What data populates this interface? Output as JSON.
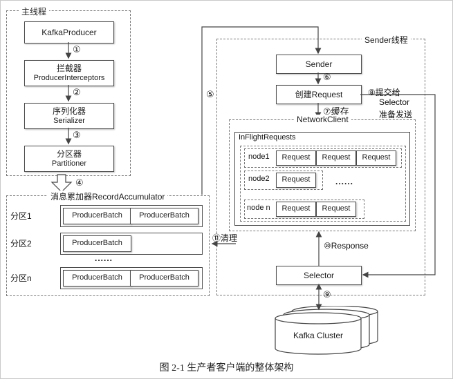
{
  "colors": {
    "line": "#444444",
    "border": "#4a4a4a"
  },
  "main_thread": {
    "title": "主线程",
    "kafka_producer": "KafkaProducer",
    "interceptors": {
      "cn": "拦截器",
      "en": "ProducerInterceptors"
    },
    "serializer": {
      "cn": "序列化器",
      "en": "Serializer"
    },
    "partitioner": {
      "cn": "分区器",
      "en": "Partitioner"
    }
  },
  "steps": {
    "s1": "①",
    "s2": "②",
    "s3": "③",
    "s4": "④",
    "s5": "⑤",
    "s6": "⑥",
    "s7": "⑦缓存",
    "s8": [
      "⑧提交给",
      "Selector",
      "准备发送"
    ],
    "s9": "⑨",
    "s10": "⑩Response",
    "s11": "⑪清理"
  },
  "accumulator": {
    "title": "消息累加器RecordAccumulator",
    "dots": "......",
    "rows": [
      {
        "label": "分区1",
        "batches": [
          "ProducerBatch",
          "ProducerBatch"
        ]
      },
      {
        "label": "分区2",
        "batches": [
          "ProducerBatch"
        ]
      },
      {
        "label": "分区n",
        "batches": [
          "ProducerBatch",
          "ProducerBatch"
        ]
      }
    ]
  },
  "sender_thread": {
    "title": "Sender线程",
    "sender": "Sender",
    "create_request": "创建Request",
    "network_client": {
      "title": "NetworkClient",
      "inflight": {
        "title": "InFlightRequests",
        "dots": "......",
        "rows": [
          {
            "label": "node1",
            "requests": [
              "Request",
              "Request",
              "Request"
            ]
          },
          {
            "label": "node2",
            "requests": [
              "Request"
            ]
          },
          {
            "label": "node n",
            "requests": [
              "Request",
              "Request"
            ]
          }
        ]
      }
    },
    "selector": "Selector",
    "cluster": "Kafka Cluster"
  },
  "caption": "图 2-1  生产者客户端的整体架构"
}
